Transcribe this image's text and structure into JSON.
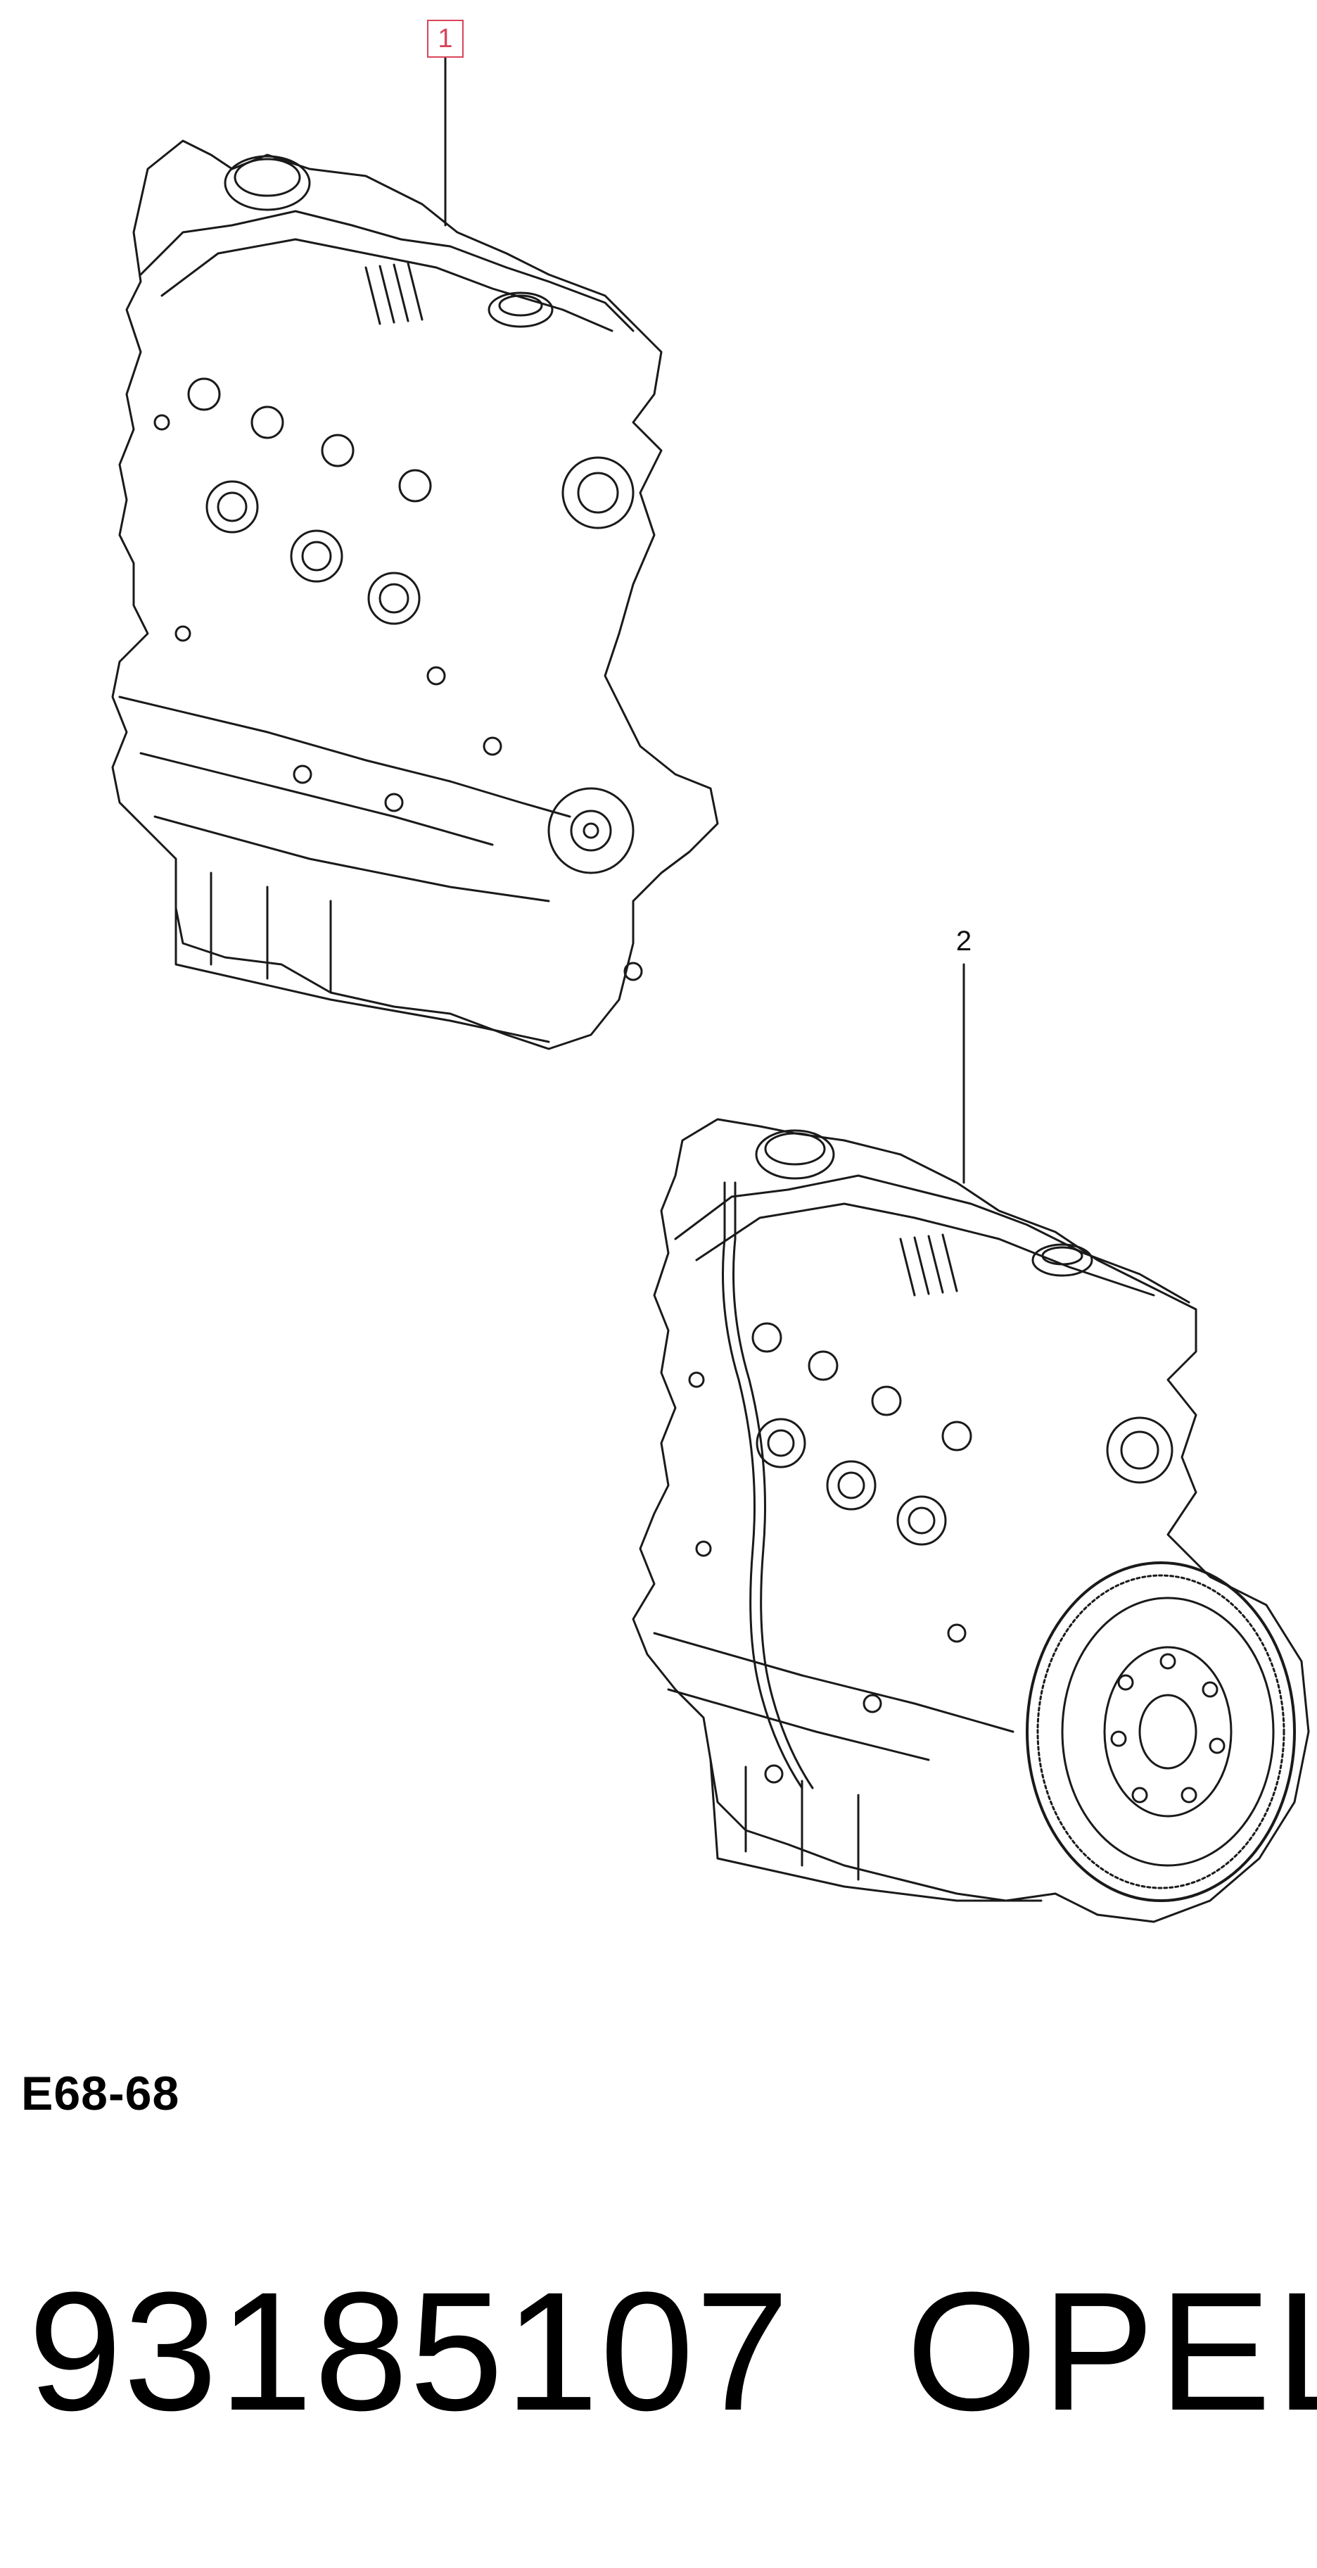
{
  "callouts": {
    "first": "1",
    "second": "2"
  },
  "diagram_code": "E68-68",
  "footer": {
    "part_number": "93185107",
    "brand": "OPEL"
  },
  "colors": {
    "line": "#1a1a1a",
    "callout_highlight": "#d9455a"
  }
}
